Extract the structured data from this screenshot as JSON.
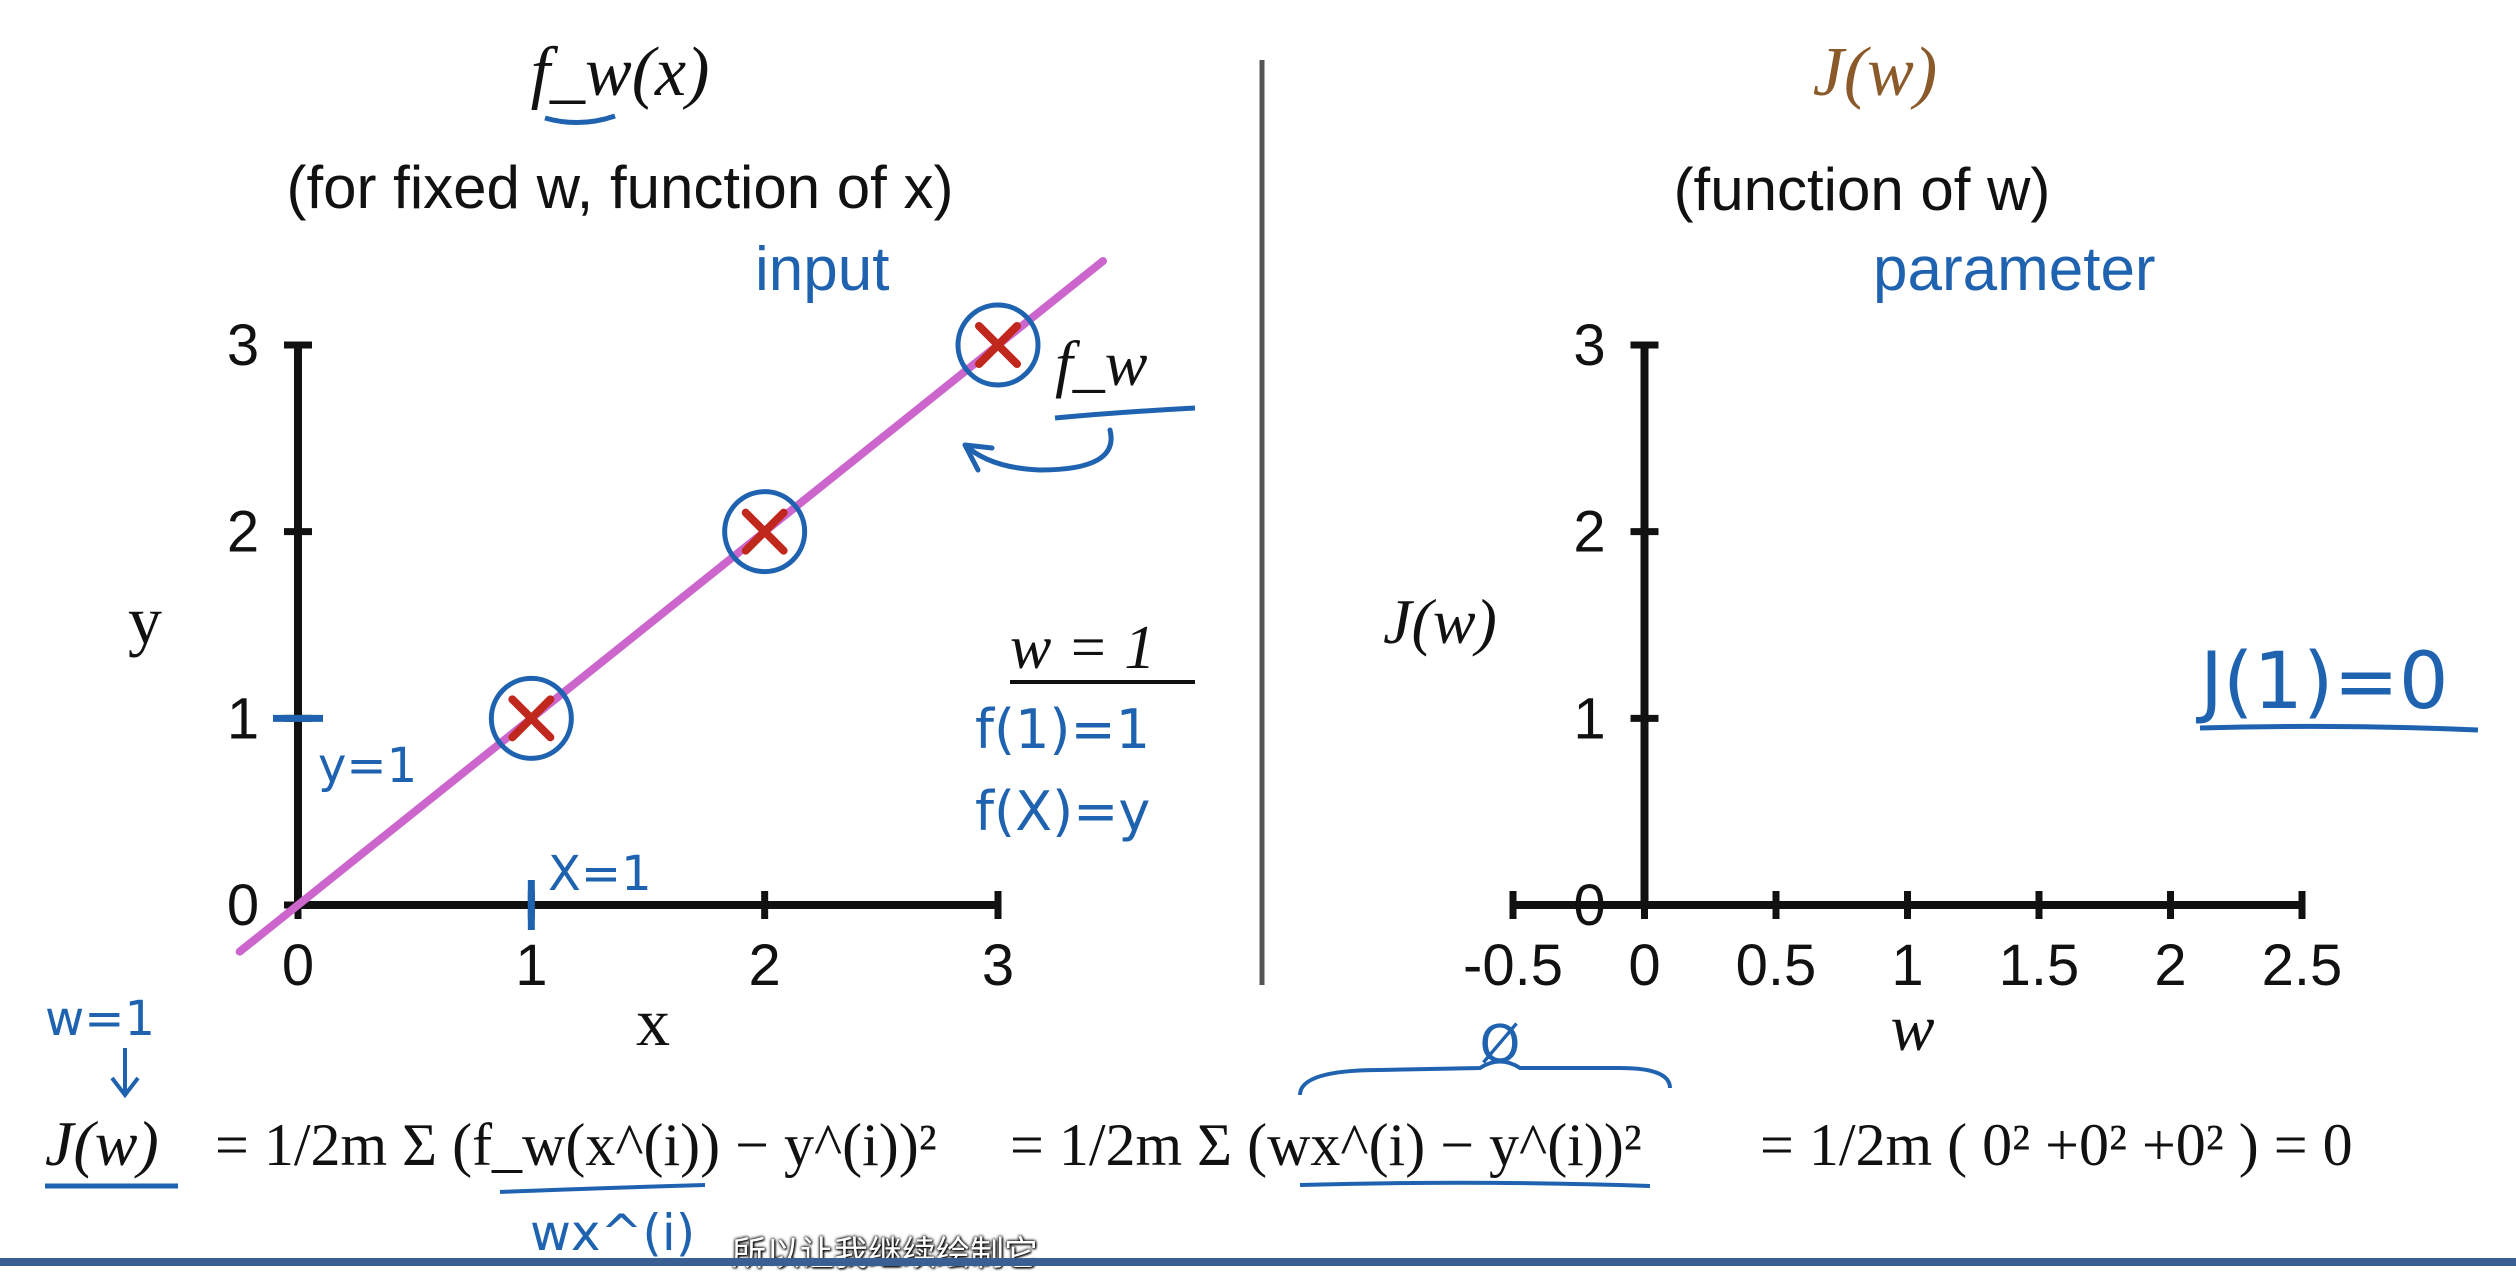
{
  "left_panel": {
    "title": "f_w(x)",
    "subtitle": "(for fixed w, function of x)",
    "annotation_input": "input",
    "line_label": "f_w",
    "param_label": "w = 1",
    "note_1": "f(1)=1",
    "note_2": "f(X)=y",
    "y_note": "y=1",
    "x_note": "X=1"
  },
  "right_panel": {
    "title": "J(w)",
    "subtitle": "(function of w)",
    "annotation_parameter": "parameter",
    "result_note": "J(1)=0"
  },
  "formula": {
    "w_note": "w=1",
    "lhs": "J(w)",
    "eq1": "= 1/2m Σ (f_w(x^(i)) − y^(i))²",
    "eq2": "= 1/2m Σ (wx^(i) − y^(i))²",
    "eq3": "= 1/2m ( 0² +0² +0² ) = 0",
    "under_note": "wx^(i)",
    "zero_note": "Ø"
  },
  "subtitle_text": "所以让我继续绘制它",
  "chart_data": [
    {
      "type": "scatter",
      "x": [
        1,
        2,
        3
      ],
      "y": [
        1,
        2,
        3
      ],
      "line": {
        "slope": 1,
        "intercept": 0
      },
      "title": "f_w(x)",
      "xlabel": "x",
      "ylabel": "y",
      "xlim": [
        0,
        3
      ],
      "ylim": [
        0,
        3
      ],
      "xticks": [
        0,
        1,
        2,
        3
      ],
      "yticks": [
        0,
        1,
        2,
        3
      ]
    },
    {
      "type": "line",
      "x": [],
      "y": [],
      "title": "J(w)",
      "xlabel": "w",
      "ylabel": "J(w)",
      "xlim": [
        -0.5,
        2.5
      ],
      "ylim": [
        0,
        3
      ],
      "xticks": [
        -0.5,
        0,
        0.5,
        1,
        1.5,
        2,
        2.5
      ],
      "yticks": [
        0,
        1,
        2,
        3
      ]
    }
  ],
  "colors": {
    "axis": "#111111",
    "line": "#cc66cc",
    "marker": "#c0281e",
    "annotation": "#1f63b0",
    "title_right": "#8a5a2b"
  }
}
